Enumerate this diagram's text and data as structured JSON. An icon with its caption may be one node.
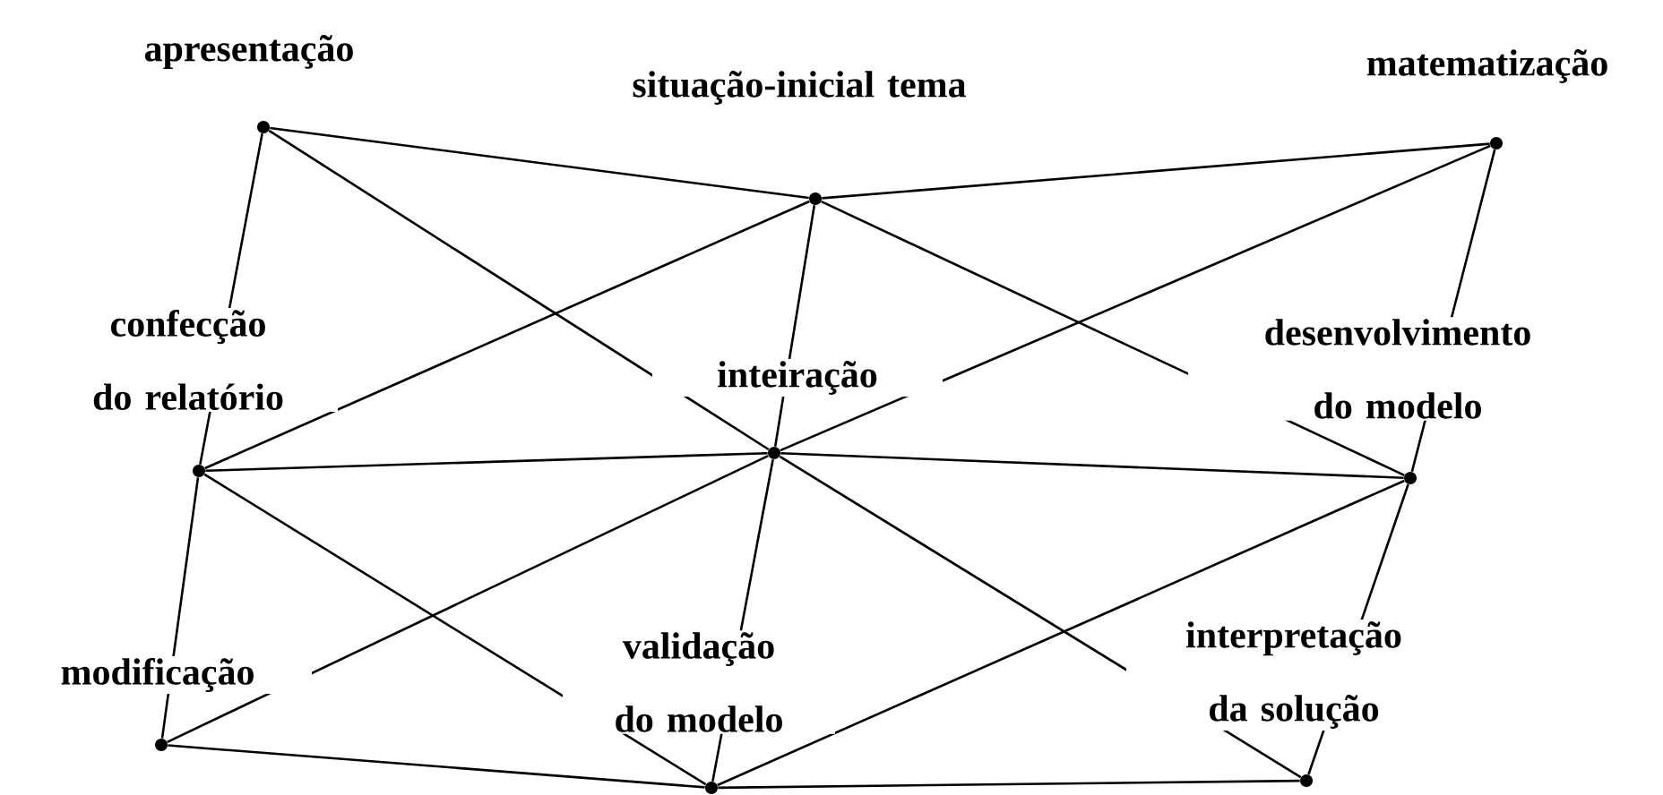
{
  "diagram": {
    "nodes": [
      {
        "text": [
          "apresentação"
        ]
      },
      {
        "text": [
          "situação-inicial tema"
        ]
      },
      {
        "text": [
          "matematização"
        ]
      },
      {
        "text": [
          "confecção do relatório"
        ]
      },
      {
        "text": [
          "inteiração"
        ]
      },
      {
        "text": [
          "desenvolvimento do modelo"
        ]
      },
      {
        "text": [
          "modificação"
        ]
      },
      {
        "text": [
          "validação do modelo"
        ]
      },
      {
        "text": [
          "interpretação da solução"
        ]
      }
    ],
    "edges": [
      {
        "from": 0,
        "to": 1,
        "arrow": "none"
      },
      {
        "from": 1,
        "to": 2,
        "arrow": "none"
      },
      {
        "from": 0,
        "to": 3,
        "arrow": "none"
      },
      {
        "from": 0,
        "to": 4,
        "arrow": "none"
      },
      {
        "from": 1,
        "to": 3,
        "arrow": "none"
      },
      {
        "from": 1,
        "to": 4,
        "arrow": "none"
      },
      {
        "from": 1,
        "to": 5,
        "arrow": "none"
      },
      {
        "from": 2,
        "to": 4,
        "arrow": "none"
      },
      {
        "from": 2,
        "to": 5,
        "arrow": "none"
      },
      {
        "from": 3,
        "to": 4,
        "arrow": "none"
      },
      {
        "from": 4,
        "to": 5,
        "arrow": "none"
      },
      {
        "from": 3,
        "to": 6,
        "arrow": "none"
      },
      {
        "from": 3,
        "to": 7,
        "arrow": "none"
      },
      {
        "from": 4,
        "to": 6,
        "arrow": "none"
      },
      {
        "from": 4,
        "to": 7,
        "arrow": "none"
      },
      {
        "from": 4,
        "to": 8,
        "arrow": "none"
      },
      {
        "from": 5,
        "to": 7,
        "arrow": "none"
      },
      {
        "from": 5,
        "to": 8,
        "arrow": "none"
      },
      {
        "from": 6,
        "to": 7,
        "arrow": "none"
      },
      {
        "from": 7,
        "to": 8,
        "arrow": "none"
      }
    ]
  }
}
